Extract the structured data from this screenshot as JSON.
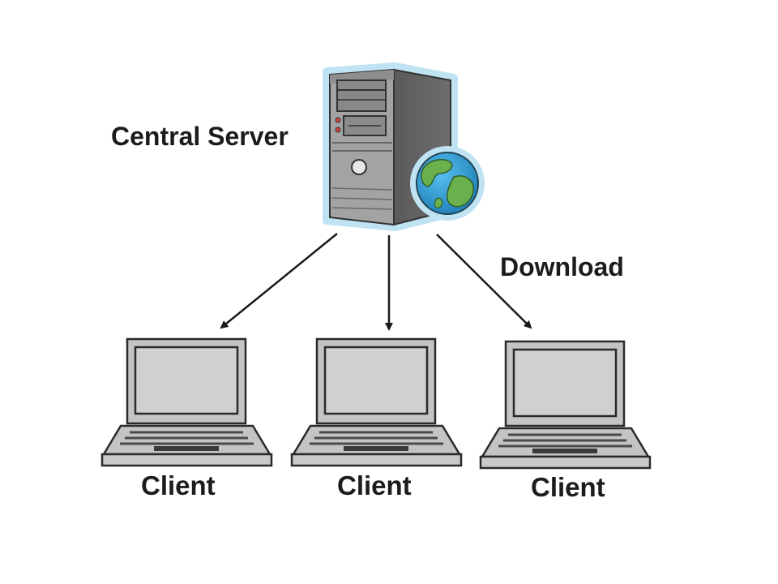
{
  "labels": {
    "server": "Central Server",
    "action": "Download",
    "clients": [
      "Client",
      "Client",
      "Client"
    ]
  },
  "icons": {
    "server": "server-tower-icon",
    "globe": "globe-icon",
    "client": "laptop-icon"
  },
  "colors": {
    "server_glow": "#bfe3f2",
    "server_body": "#9c9c9c",
    "laptop_body": "#c4c4c4",
    "laptop_screen": "#d0d0d0",
    "globe_ocean": "#2f9ed6",
    "globe_land": "#6ab04c",
    "arrow": "#1a1a1a"
  }
}
